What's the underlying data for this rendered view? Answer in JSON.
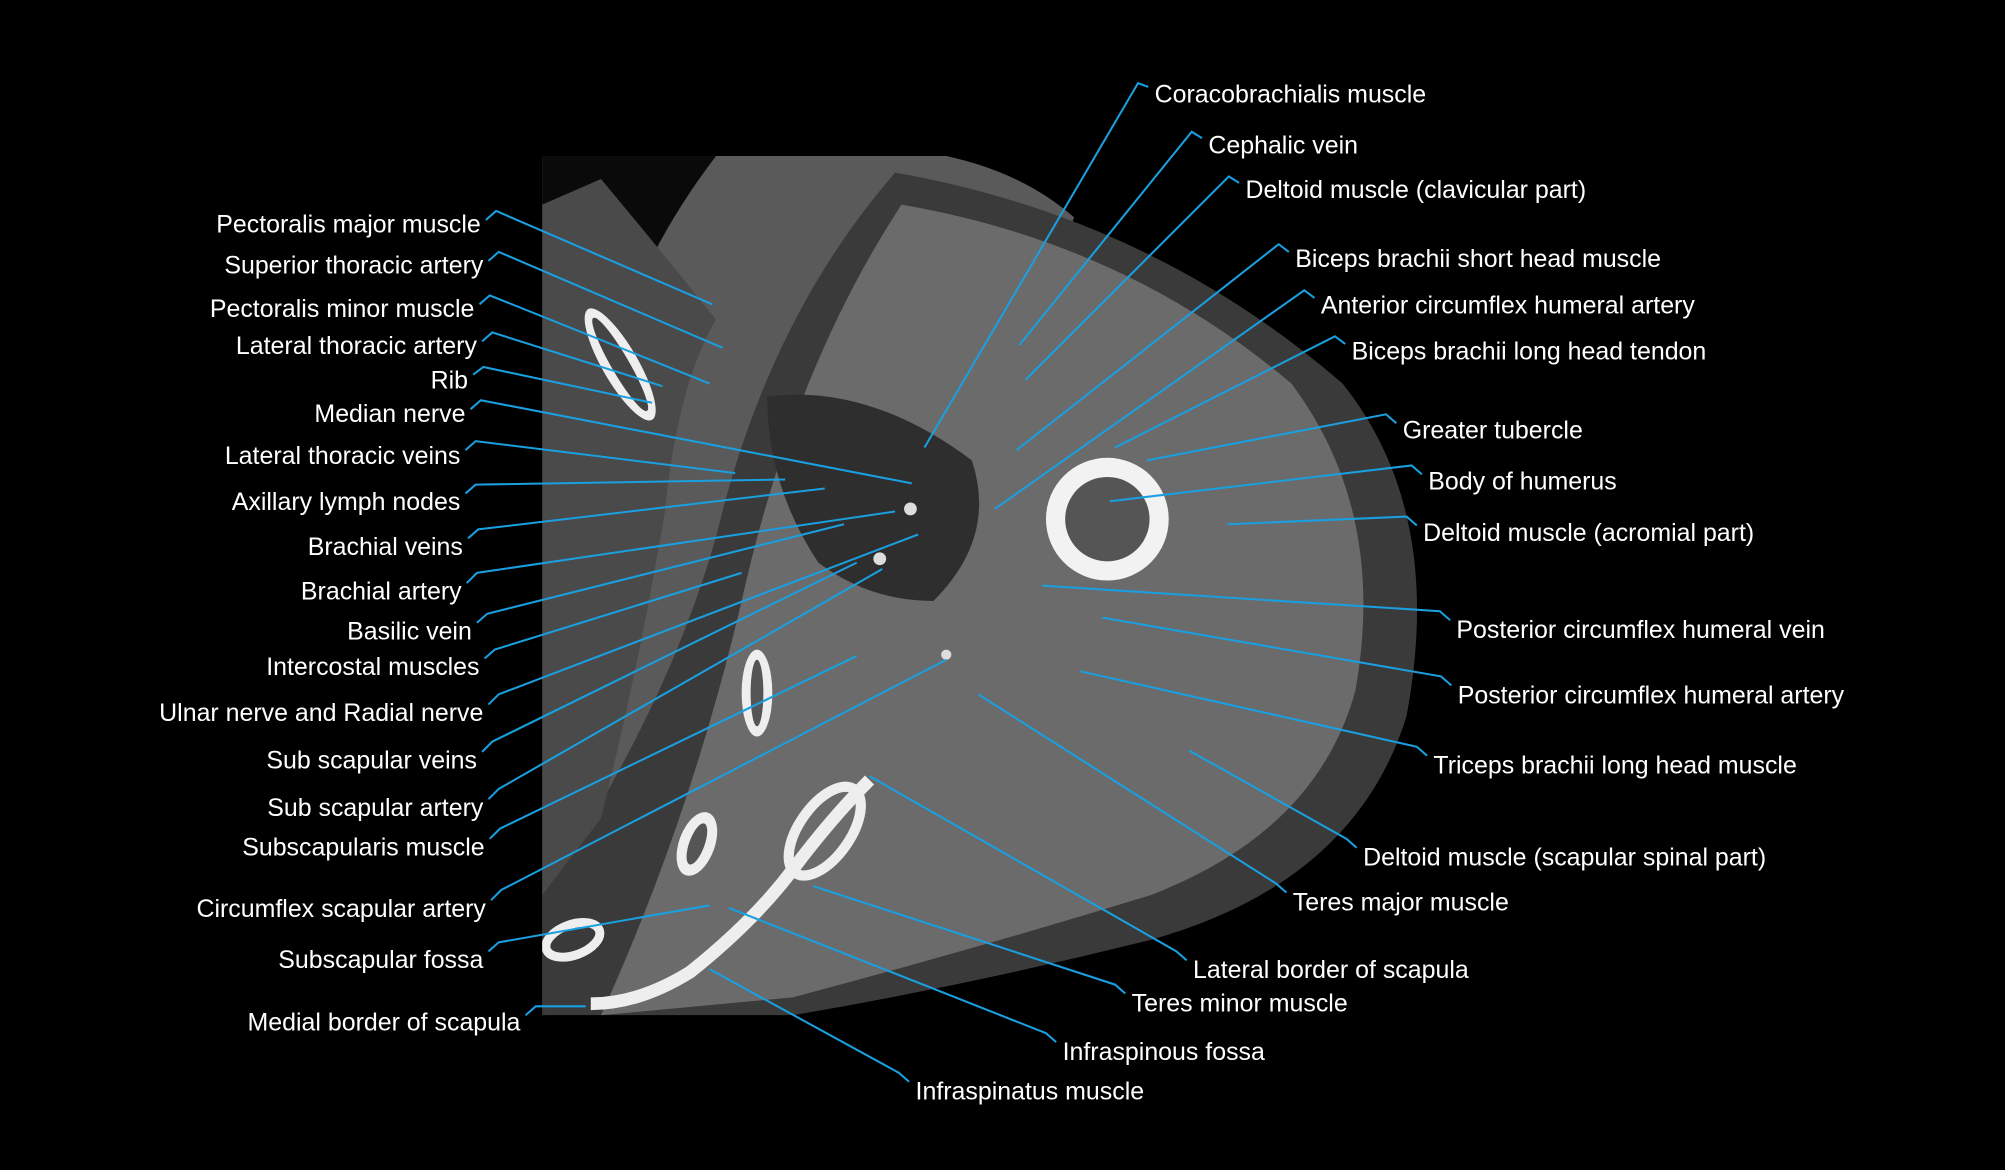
{
  "colors": {
    "background": "#000000",
    "leader_line": "#1a9fe0",
    "label_text": "#ffffff"
  },
  "labels_left": [
    "Pectoralis major muscle",
    "Superior thoracic artery",
    "Pectoralis minor muscle",
    "Lateral thoracic artery",
    "Rib",
    "Median nerve",
    "Lateral thoracic veins",
    "Axillary lymph nodes",
    "Brachial veins",
    "Brachial artery",
    "Basilic vein",
    "Intercostal muscles",
    "Ulnar nerve and Radial nerve",
    "Sub scapular veins",
    "Sub scapular artery",
    "Subscapularis muscle",
    "Circumflex scapular artery",
    "Subscapular fossa",
    "Medial border of scapula"
  ],
  "labels_right": [
    "Coracobrachialis muscle",
    "Cephalic vein",
    "Deltoid muscle (clavicular part)",
    "Biceps brachii short head muscle",
    "Anterior circumflex humeral artery",
    "Biceps brachii long head tendon",
    "Greater tubercle",
    "Body of humerus",
    "Deltoid muscle (acromial part)",
    "Posterior circumflex humeral vein",
    "Posterior circumflex humeral artery",
    "Triceps brachii long head muscle",
    "Deltoid muscle (scapular spinal part)",
    "Teres major muscle",
    "Lateral border of scapula",
    "Teres minor muscle",
    "Infraspinous fossa",
    "Infraspinatus muscle"
  ]
}
